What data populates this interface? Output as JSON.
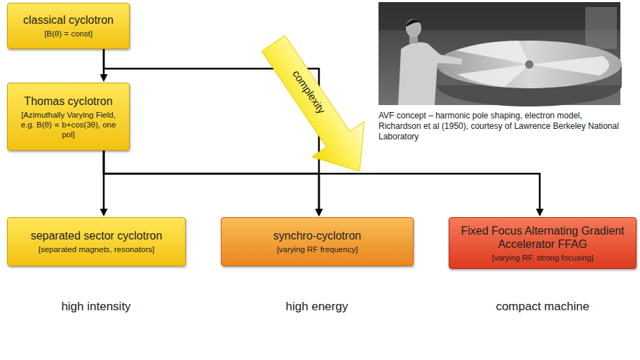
{
  "diagram": {
    "nodes": [
      {
        "text": [
          "classical cyclotron",
          "[B(θ) = const]"
        ]
      },
      {
        "text": [
          "Thomas cyclotron",
          "[Azimuthally Varying Field, e.g. B(θ) ∝ b+cos(3θ), one pol]"
        ]
      },
      {
        "text": [
          "separated sector cyclotron",
          "[separated magnets, resonators]"
        ]
      },
      {
        "text": [
          "synchro-cyclotron",
          "[varying RF frequency]"
        ]
      },
      {
        "text": [
          "Fixed Focus Alternating Gradient Accelerator FFAG",
          "[varying RF, strong focusing]"
        ]
      }
    ],
    "edges": [
      {
        "from": 0,
        "to": 1,
        "arrow": "to"
      },
      {
        "from": 0,
        "to": 3,
        "arrow": "to"
      },
      {
        "from": 1,
        "to": 2,
        "arrow": "to"
      },
      {
        "from": 1,
        "to": 3,
        "arrow": "to"
      },
      {
        "from": 1,
        "to": 4,
        "arrow": "to"
      }
    ],
    "labels": [
      "complexity",
      "AVF concept – harmonic pole shaping, electron model, Richardson et al (1950), courtesy of Lawrence Berkeley National Laboratory",
      "high intensity",
      "high energy",
      "compact machine"
    ]
  }
}
